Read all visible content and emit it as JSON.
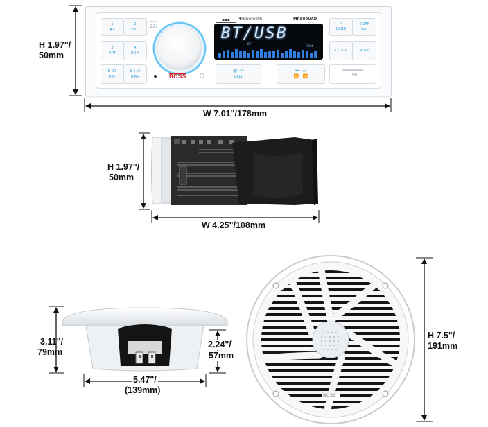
{
  "radio": {
    "height_label": "H 1.97\"/",
    "height_label_mm": "50mm",
    "width_label": "W 7.01\"/178mm",
    "bluetooth_label": "Bluetooth",
    "model": "MR500UAD",
    "display_text": "BT/USB",
    "display_sub_left": "BT",
    "display_sub_right": "ROCK",
    "brand": "BOSS",
    "buttons": {
      "b1_top": "1",
      "b1_bottom": "▶II",
      "b2_top": "2",
      "b2_bottom": "INT",
      "b3_top": "3",
      "b3_bottom": "RPT",
      "b4_top": "4",
      "b4_bottom": "RDM",
      "b5_top": "5 -10",
      "b5_bottom": "DIR-",
      "b6_top": "6 +10",
      "b6_bottom": "DIR+",
      "call": "CALL",
      "band": "BAND",
      "off": "⏻OFF",
      "src": "SRC",
      "clock": "CLOCK",
      "mute": "MUTE",
      "usb": "USB"
    }
  },
  "side": {
    "height_label": "H 1.97\"/",
    "height_label_mm": "50mm",
    "width_label": "W 4.25\"/108mm"
  },
  "speaker": {
    "total_height_label": "3.11\"/",
    "total_height_mm": "79mm",
    "depth_label": "2.24\"/",
    "depth_mm": "57mm",
    "width_label": "5.47\"/",
    "width_mm": "(139mm)",
    "front_height_label": "H 7.5\"/",
    "front_height_mm": "191mm",
    "front_brand": "BOSS"
  }
}
